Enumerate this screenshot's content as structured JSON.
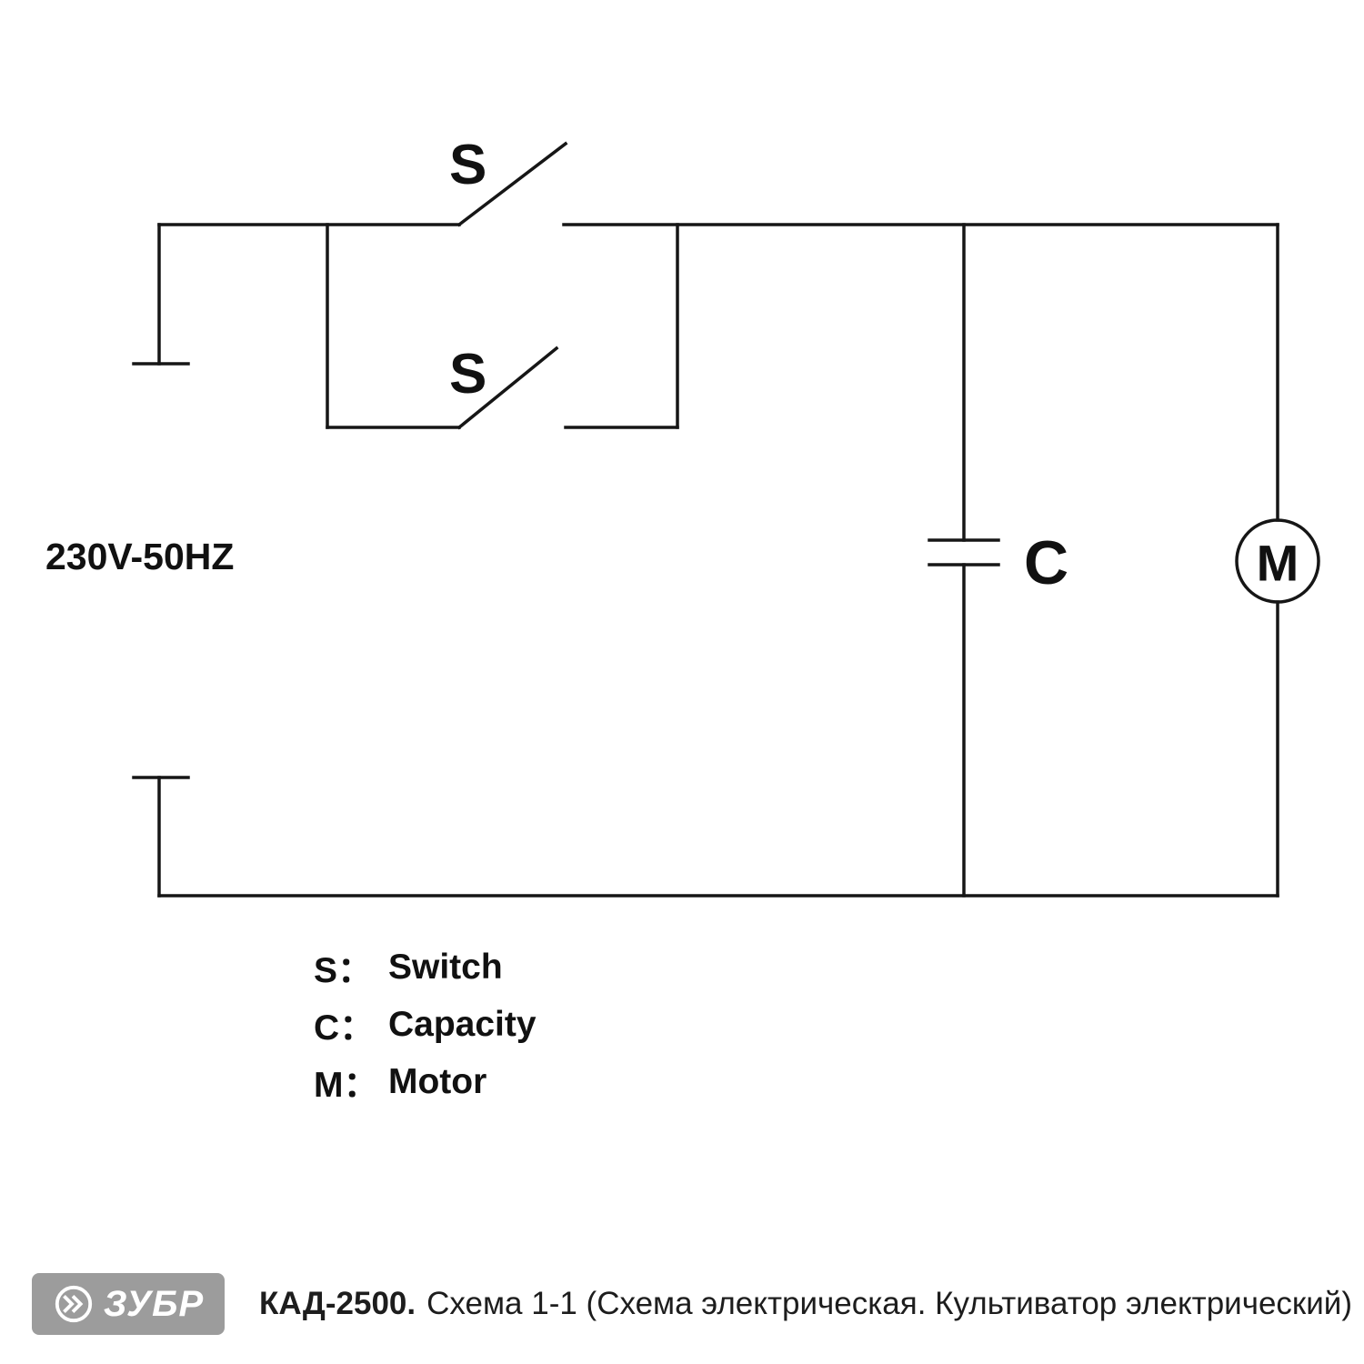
{
  "colors": {
    "line": "#161616",
    "text": "#111111",
    "logo_bg": "#9c9c9c"
  },
  "diagram": {
    "source_label": "230V-50HZ",
    "switch_top_label": "S",
    "switch_bottom_label": "S",
    "capacitor_label": "C",
    "motor_label": "M"
  },
  "legend": {
    "items": [
      {
        "symbol": "S：",
        "meaning": "Switch"
      },
      {
        "symbol": "C：",
        "meaning": "Capacity"
      },
      {
        "symbol": "M：",
        "meaning": "Motor"
      }
    ]
  },
  "footer": {
    "logo_text": "ЗУБР",
    "model": "КАД-2500.",
    "caption": "Схема 1-1 (Схема электрическая. Культиватор электрический)"
  }
}
